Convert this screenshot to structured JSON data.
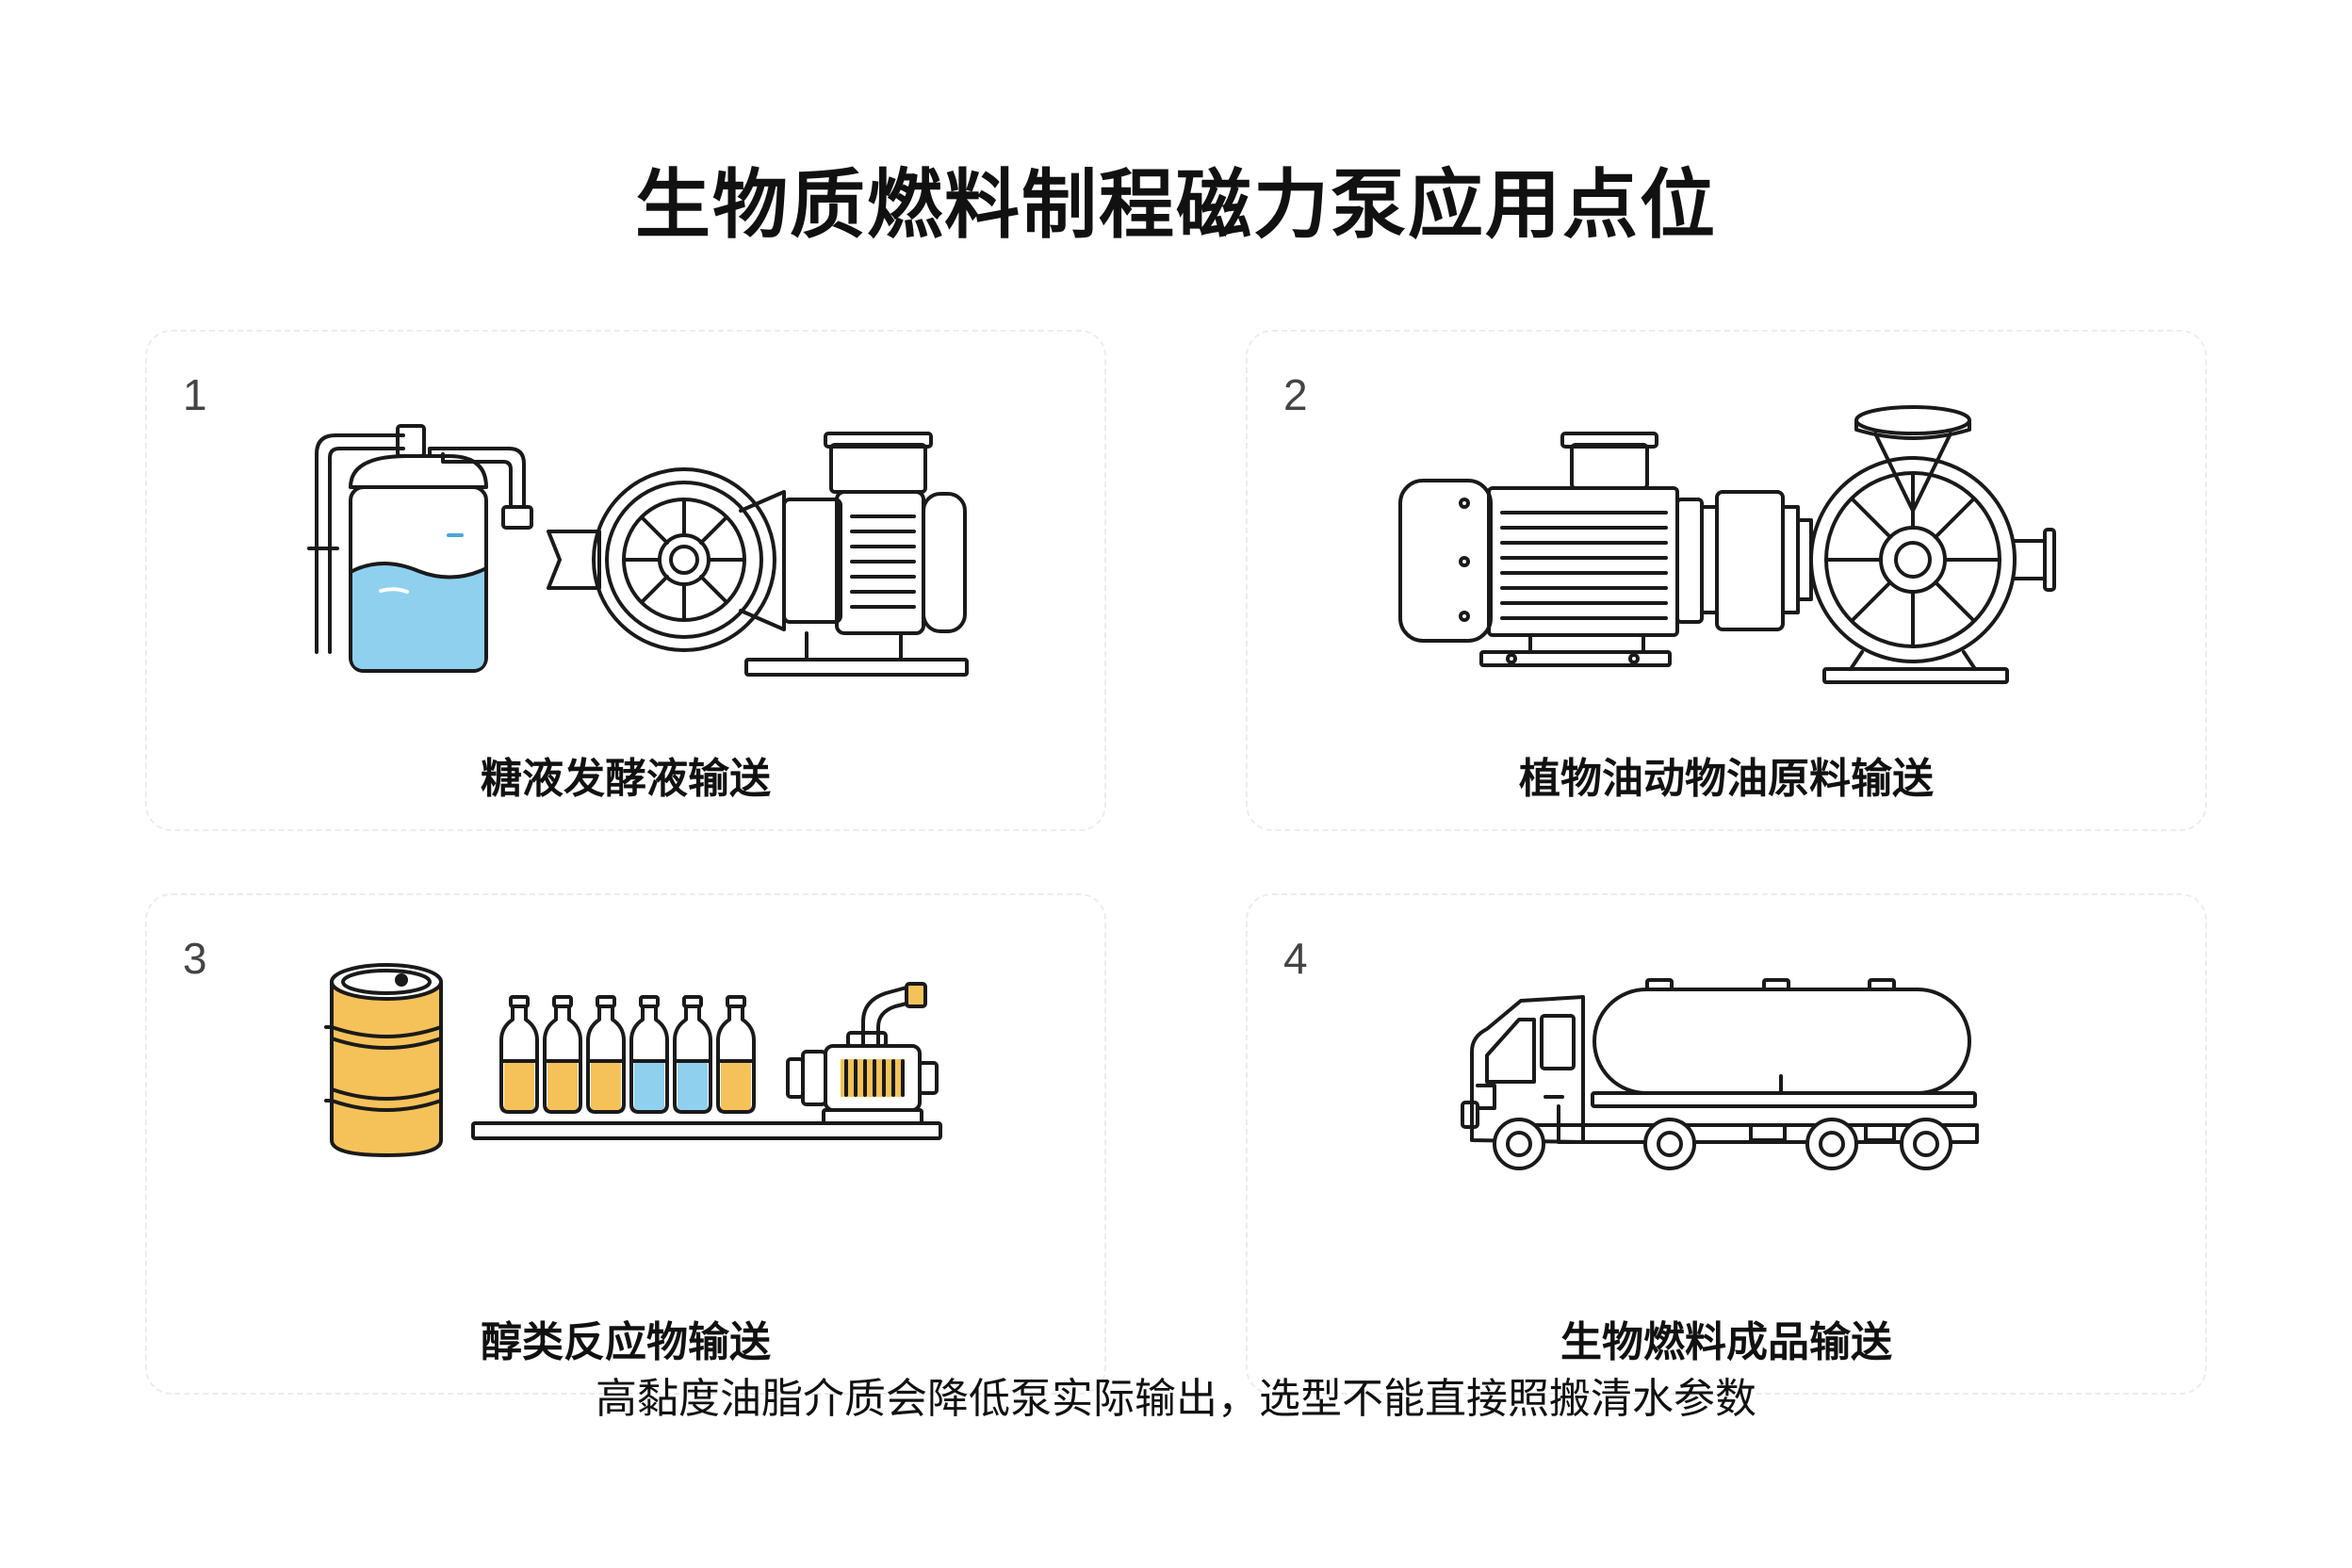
{
  "title": "生物质燃料制程磁力泵应用点位",
  "cards": [
    {
      "number": "1",
      "label": "糖液发酵液输送",
      "icon": "fermentation-tank-and-pump"
    },
    {
      "number": "2",
      "label": "植物油动物油原料输送",
      "icon": "motor-driven-centrifugal-pump"
    },
    {
      "number": "3",
      "label": "醇类反应物输送",
      "icon": "barrel-bottles-and-pump"
    },
    {
      "number": "4",
      "label": "生物燃料成品输送",
      "icon": "tanker-truck"
    }
  ],
  "footnote": "高黏度油脂介质会降低泵实际输出，选型不能直接照搬清水参数",
  "colors": {
    "liquid_blue": "#8fd0ef",
    "amber": "#f5c25a",
    "line": "#1a1a1a"
  }
}
